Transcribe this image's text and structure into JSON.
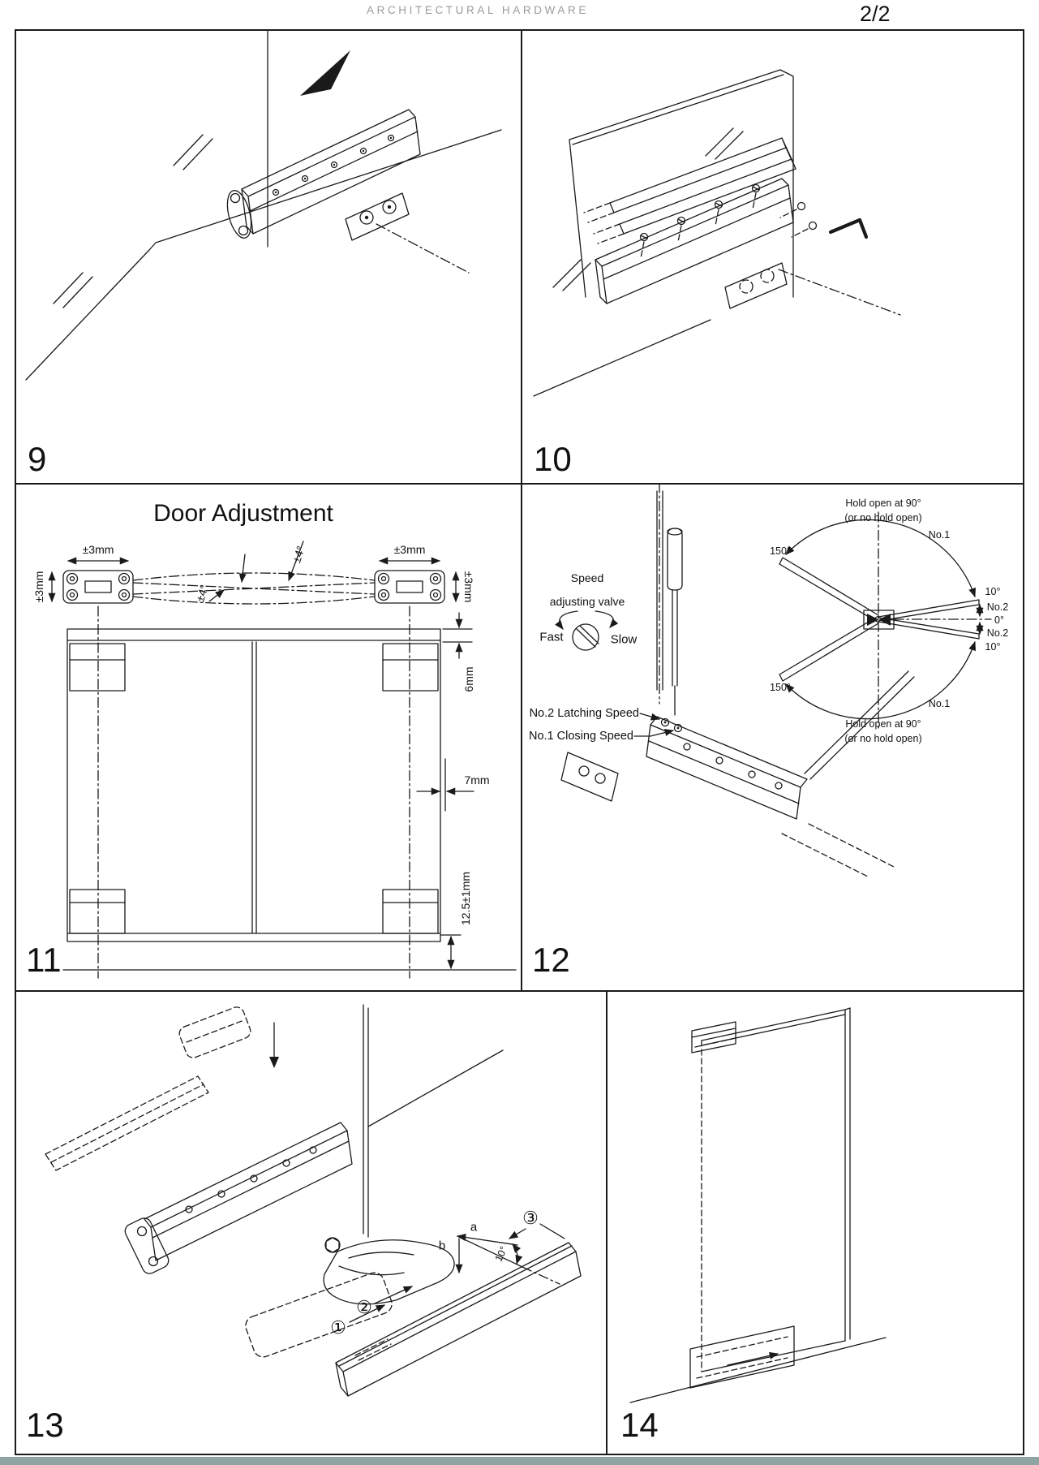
{
  "header": {
    "title": "ARCHITECTURAL HARDWARE",
    "page": "2/2"
  },
  "colors": {
    "line": "#1a1a1a",
    "header_text": "#9b9b9b",
    "scan_edge": "#8fa3a3",
    "background": "#ffffff"
  },
  "panel9": {
    "number": "9"
  },
  "panel10": {
    "number": "10"
  },
  "panel11": {
    "number": "11",
    "title": "Door Adjustment",
    "dims": {
      "mm3_left_top": "±3mm",
      "mm3_left_side": "±3mm",
      "mm3_right_top": "±3mm",
      "mm3_right_side": "±3mm",
      "deg4_top": "±4°",
      "deg4_lower": "±4°",
      "mm6": "6mm",
      "mm7": "7mm",
      "mm12": "12.5±1mm"
    }
  },
  "panel12": {
    "number": "12",
    "valve": {
      "title_line1": "Speed",
      "title_line2": "adjusting valve",
      "fast": "Fast",
      "slow": "Slow"
    },
    "callouts": {
      "latching": "No.2 Latching Speed",
      "closing": "No.1 Closing Speed"
    },
    "fan": {
      "hold_open_top_1": "Hold open at 90°",
      "hold_open_top_2": "(or no hold open)",
      "hold_open_bottom_1": "Hold open at 90°",
      "hold_open_bottom_2": "(or no hold open)",
      "no1_top": "No.1",
      "no1_bottom": "No.1",
      "deg150_top": "150°",
      "deg150_bottom": "150°",
      "deg10_top": "10°",
      "deg10_bottom": "10°",
      "no2_top": "No.2",
      "no2_bottom": "No.2",
      "deg0": "0°"
    }
  },
  "panel13": {
    "number": "13",
    "labels": {
      "a": "a",
      "b": "b",
      "deg10": "10°",
      "step1": "①",
      "step2": "②",
      "step3": "③"
    }
  },
  "panel14": {
    "number": "14"
  }
}
